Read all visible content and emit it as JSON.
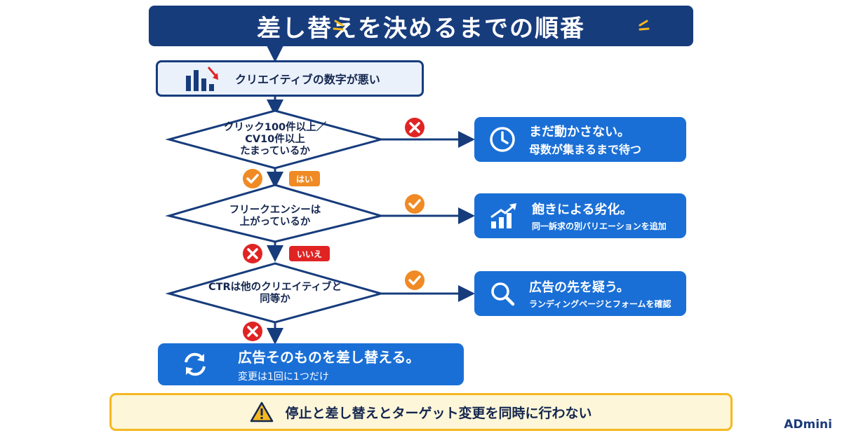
{
  "title": "差し替えを決めるまでの順番",
  "start": {
    "label": "クリエイティブの数字が悪い",
    "icon": "declining-bar-chart-icon"
  },
  "decisions": [
    {
      "lines": [
        "クリック100件以上／",
        "CV10件以上",
        "たまっているか"
      ]
    },
    {
      "lines": [
        "フリークエンシーは",
        "上がっているか"
      ]
    },
    {
      "lines": [
        "CTRは他のクリエイティブと",
        "同等か"
      ]
    }
  ],
  "branch_badges": {
    "yes": "はい",
    "no": "いいえ"
  },
  "results": [
    {
      "line1": "まだ動かさない。",
      "line2": "母数が集まるまで待つ",
      "icon": "clock-icon"
    },
    {
      "line1": "飽きによる劣化。",
      "line2": "同一訴求の別バリエーションを追加",
      "icon": "growth-chart-icon"
    },
    {
      "line1": "広告の先を疑う。",
      "line2": "ランディングページとフォームを確認",
      "icon": "search-icon"
    }
  ],
  "final": {
    "line1": "広告そのものを差し替える。",
    "line2": "変更は1回に1つだけ",
    "icon": "refresh-icon"
  },
  "warning": {
    "text": "停止と差し替えとターゲット変更を同時に行わない",
    "icon": "warning-icon"
  },
  "brand": "ADmini",
  "colors": {
    "navy": "#173c7c",
    "blue": "#1a6fd6",
    "orange": "#f08a24",
    "red": "#e02424",
    "yellow": "#f4b820"
  }
}
